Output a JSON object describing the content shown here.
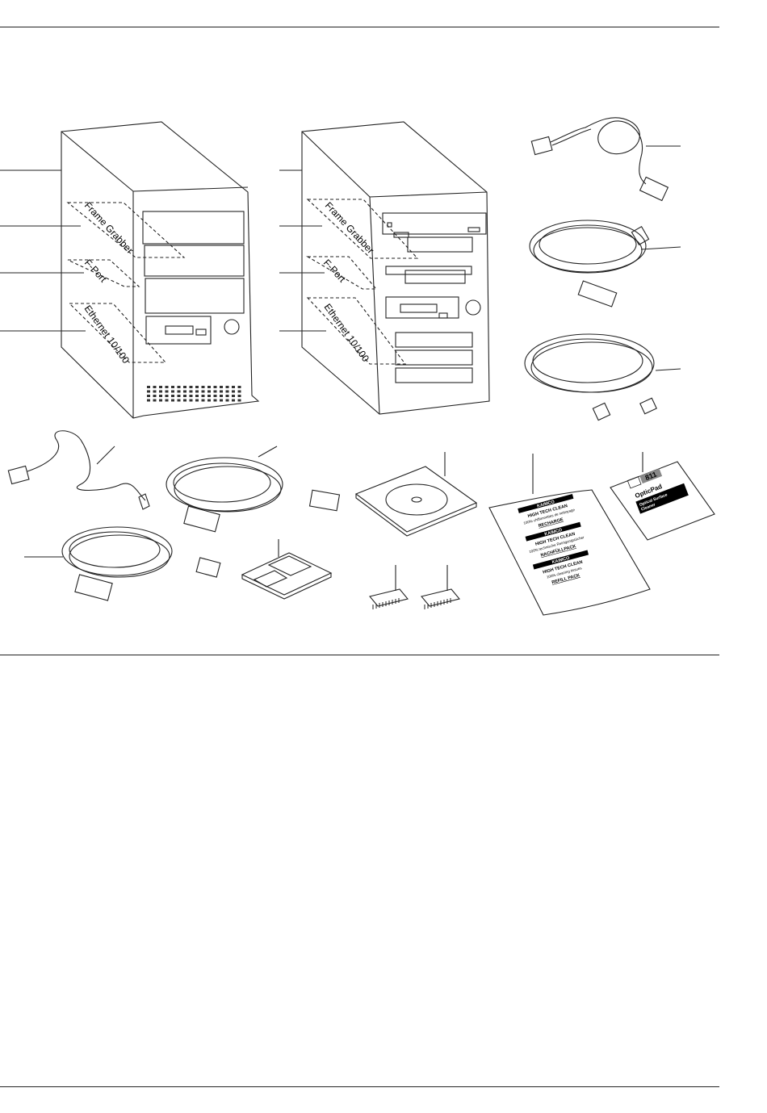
{
  "page": {
    "figure_description_hidden": ""
  },
  "towers": {
    "left": {
      "labels": [
        "Frame Grabber",
        "F-Port",
        "Ethernet 10/100"
      ]
    },
    "right": {
      "labels": [
        "Frame Grabber",
        "F-Port",
        "Ethernet 10/100"
      ]
    }
  },
  "cleaning_pack": {
    "brand": "KAIMCO",
    "lines": [
      {
        "product": "HIGH TECH CLEAN",
        "sub": "100% chiffonnettes de nettoyage",
        "tag": "RECHARGE"
      },
      {
        "product": "HIGH TECH CLEAN",
        "sub": "100% technische Reinigungstücher",
        "tag": "NACHFÜLLPACK"
      },
      {
        "product": "HIGH TECH CLEAN",
        "sub": "100% cleaning tissues",
        "tag": "REFILL PACK"
      }
    ]
  },
  "opticpad": {
    "code": "811",
    "title": "OpticPad",
    "desc_line1": "Optical Surface",
    "desc_line2": "Cleaner"
  },
  "colors": {
    "line": "#222222",
    "paper": "#ffffff"
  }
}
